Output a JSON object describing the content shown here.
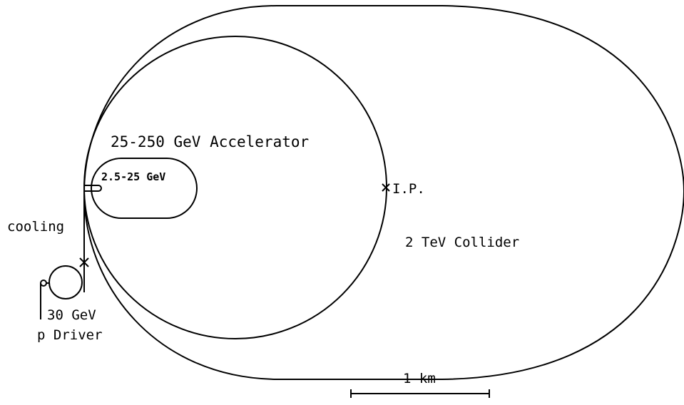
{
  "labels": {
    "accelerator": "25-250 GeV Accelerator",
    "booster": "2.5-25 GeV",
    "ip": "I.P.",
    "collider": "2 TeV Collider",
    "cooling": "cooling",
    "driver_energy": "30 GeV",
    "driver_name": "p Driver",
    "scale": "1 km"
  },
  "colors": {
    "line": "#000000",
    "background": "#ffffff"
  }
}
